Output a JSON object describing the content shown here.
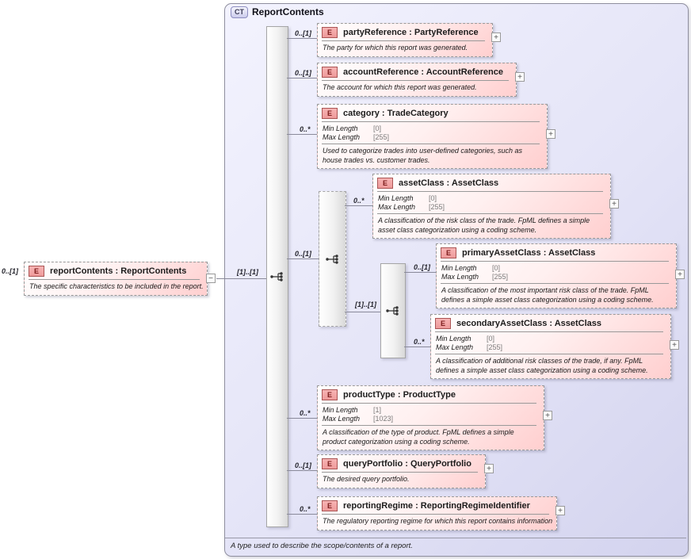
{
  "badges": {
    "complex_type": "CT",
    "element": "E"
  },
  "icons": {
    "expand": "+",
    "collapse": "−"
  },
  "facet_labels": {
    "min": "Min Length",
    "max": "Max Length"
  },
  "complex_type": {
    "title": "ReportContents",
    "footer_annotation": "A type used to describe the scope/contents of a report."
  },
  "root_element": {
    "label": "reportContents : ReportContents",
    "cardinality": "0..[1]",
    "annotation": "The specific characteristics to be included in the report."
  },
  "connectors": {
    "root_group_cardinality": "[1]..[1]",
    "asset_group_cardinality": "0..[1]",
    "asset_inner_group_cardinality": "[1]..[1]"
  },
  "elements": [
    {
      "label": "partyReference : PartyReference",
      "cardinality": "0..[1]",
      "annotation": "The party for which this report was generated."
    },
    {
      "label": "accountReference : AccountReference",
      "cardinality": "0..[1]",
      "annotation": "The account for which this report was generated."
    },
    {
      "label": "category : TradeCategory",
      "cardinality": "0..*",
      "min": "[0]",
      "max": "[255]",
      "annotation": "Used to categorize trades into user-defined categories, such as house trades vs. customer trades."
    },
    {
      "label": "assetClass : AssetClass",
      "cardinality": "0..*",
      "min": "[0]",
      "max": "[255]",
      "annotation": "A classification of the risk class of the trade. FpML defines a simple asset class categorization using a coding scheme."
    },
    {
      "label": "primaryAssetClass : AssetClass",
      "cardinality": "0..[1]",
      "min": "[0]",
      "max": "[255]",
      "annotation": "A classification of the most important risk class of the trade. FpML defines a simple asset class categorization using a coding scheme."
    },
    {
      "label": "secondaryAssetClass : AssetClass",
      "cardinality": "0..*",
      "min": "[0]",
      "max": "[255]",
      "annotation": "A classification of additional risk classes of the trade, if any. FpML defines a simple asset class categorization using a coding scheme."
    },
    {
      "label": "productType : ProductType",
      "cardinality": "0..*",
      "min": "[1]",
      "max": "[1023]",
      "annotation": "A classification of the type of product. FpML defines a simple product categorization using a coding scheme."
    },
    {
      "label": "queryPortfolio : QueryPortfolio",
      "cardinality": "0..[1]",
      "annotation": "The desired query portfolio."
    },
    {
      "label": "reportingRegime : ReportingRegimeIdentifier",
      "cardinality": "0..*",
      "annotation": "The regulatory reporting regime for which this report contains information"
    }
  ]
}
